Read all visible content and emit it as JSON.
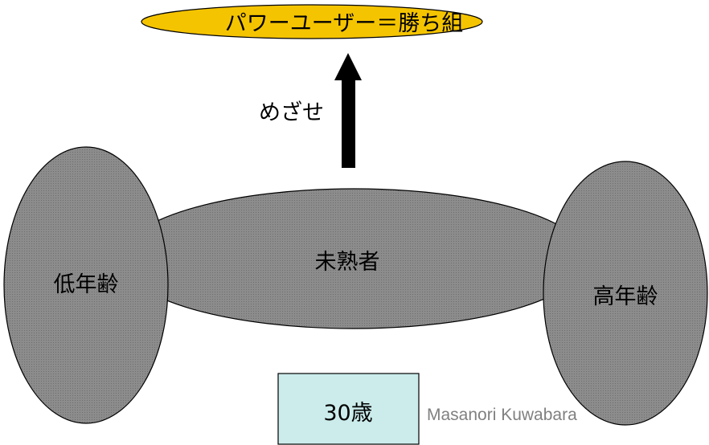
{
  "goal": {
    "label": "パワーユーザー＝勝ち組",
    "fill_color": "#f5c400"
  },
  "arrow": {
    "label": "めざせ",
    "color": "#000000"
  },
  "nodes": {
    "young": {
      "label": "低年齢"
    },
    "middle": {
      "label": "未熟者"
    },
    "old": {
      "label": "高年齢"
    }
  },
  "age_box": {
    "label": "30歳",
    "fill_color": "#ccecec"
  },
  "watermark": {
    "text": "Masanori Kuwabara"
  },
  "colors": {
    "ellipse_fill": "#808080",
    "stroke": "#000000"
  }
}
